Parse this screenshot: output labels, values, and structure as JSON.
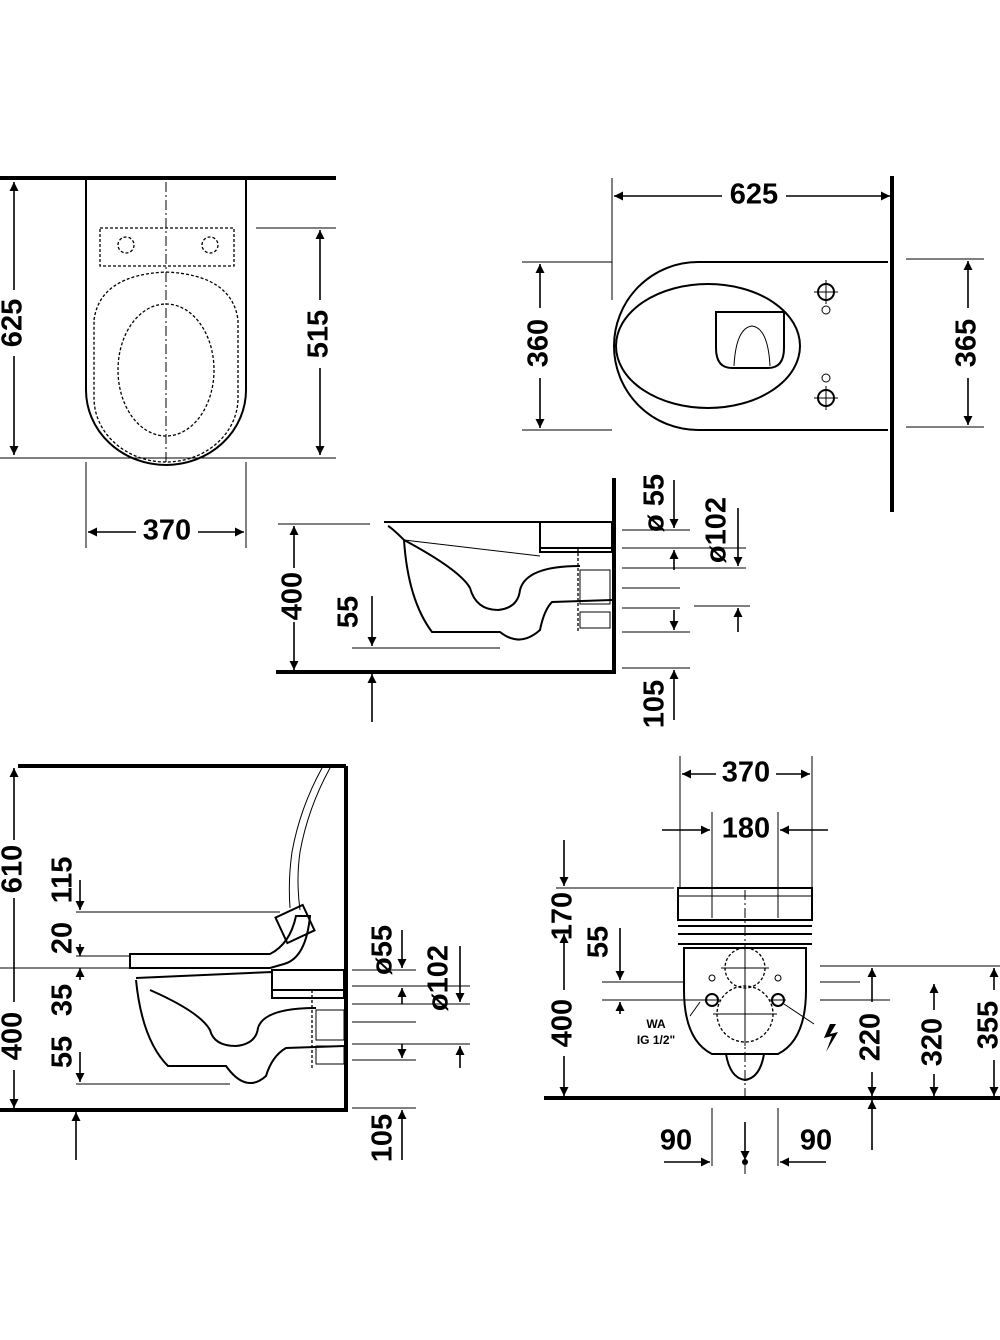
{
  "top_view": {
    "depth_625": "625",
    "depth_515": "515",
    "width_370": "370"
  },
  "plan_view": {
    "length_625": "625",
    "width_360": "360",
    "width_365": "365"
  },
  "side_view": {
    "height_400": "400",
    "height_55": "55",
    "dia_55": "ø 55",
    "dia_102": "ø102",
    "height_105": "105"
  },
  "shower_side_view": {
    "h_610": "610",
    "h_115": "115",
    "h_20": "20",
    "h_35": "35",
    "h_400": "400",
    "h_55": "55",
    "dia_55": "ø55",
    "dia_102": "ø102",
    "h_105": "105"
  },
  "front_view": {
    "w_370": "370",
    "w_180": "180",
    "h_170": "170",
    "h_55": "55",
    "h_400": "400",
    "h_220": "220",
    "h_320": "320",
    "h_355": "355",
    "w_90_left": "90",
    "w_90_right": "90",
    "wa_label": "WA",
    "ig_label": "IG 1/2\""
  }
}
